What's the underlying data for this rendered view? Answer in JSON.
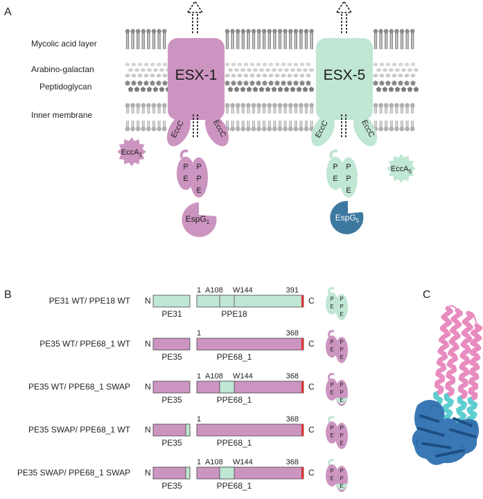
{
  "panel_a": {
    "letter": "A",
    "layer_labels": [
      "Mycolic acid layer",
      "Arabino-galactan",
      "Peptidoglycan",
      "Inner membrane"
    ],
    "esx1": {
      "name": "ESX-1",
      "eccc_left": "EccC",
      "eccc_right": "EccC",
      "ecca": "EccA",
      "ecca_sub": "1",
      "pe": [
        "P",
        "E"
      ],
      "ppe": [
        "P",
        "P",
        "E"
      ],
      "espg": "EspG",
      "espg_sub": "1"
    },
    "esx5": {
      "name": "ESX-5",
      "eccc_left": "EccC",
      "eccc_right": "EccC",
      "ecca": "EccA",
      "ecca_sub": "5",
      "pe": [
        "P",
        "E"
      ],
      "ppe": [
        "P",
        "P",
        "E"
      ],
      "espg": "EspG",
      "espg_sub": "5"
    },
    "colors": {
      "esx1": "#cc94c0",
      "esx5": "#c0e6d4",
      "espg5": "#3d78a0",
      "membrane": "#8a8a8a"
    }
  },
  "panel_b": {
    "letter": "B",
    "rows": [
      {
        "label": "PE31 WT/ PPE18 WT",
        "pe_name": "PE31",
        "ppe_name": "PPE18",
        "pos_start": "1",
        "pos_a": "A108",
        "pos_w": "W144",
        "pos_end": "391"
      },
      {
        "label": "PE35 WT/ PPE68_1 WT",
        "pe_name": "PE35",
        "ppe_name": "PPE68_1",
        "pos_start": "1",
        "pos_end": "368"
      },
      {
        "label": "PE35 WT/ PPE68_1 SWAP",
        "pe_name": "PE35",
        "ppe_name": "PPE68_1",
        "pos_start": "1",
        "pos_a": "A108",
        "pos_w": "W144",
        "pos_end": "368"
      },
      {
        "label": "PE35 SWAP/ PPE68_1 WT",
        "pe_name": "PE35",
        "ppe_name": "PPE68_1",
        "pos_start": "1",
        "pos_end": "368"
      },
      {
        "label": "PE35 SWAP/ PPE68_1 SWAP",
        "pe_name": "PE35",
        "ppe_name": "PPE68_1",
        "pos_start": "1",
        "pos_a": "A108",
        "pos_w": "W144",
        "pos_end": "368"
      }
    ],
    "n_term": "N",
    "c_term": "C",
    "mini_pe": [
      "P",
      "E"
    ],
    "mini_ppe": [
      "P",
      "P",
      "E"
    ],
    "colors": {
      "esx5_green": "#c0e6d4",
      "esx1_purple": "#cc94c0",
      "c_tail": "#d33"
    }
  },
  "panel_c": {
    "letter": "C",
    "colors": {
      "ppe_helix": "#e88cc0",
      "swap_helix": "#5ccfd0",
      "espg": "#3a78b5"
    }
  }
}
